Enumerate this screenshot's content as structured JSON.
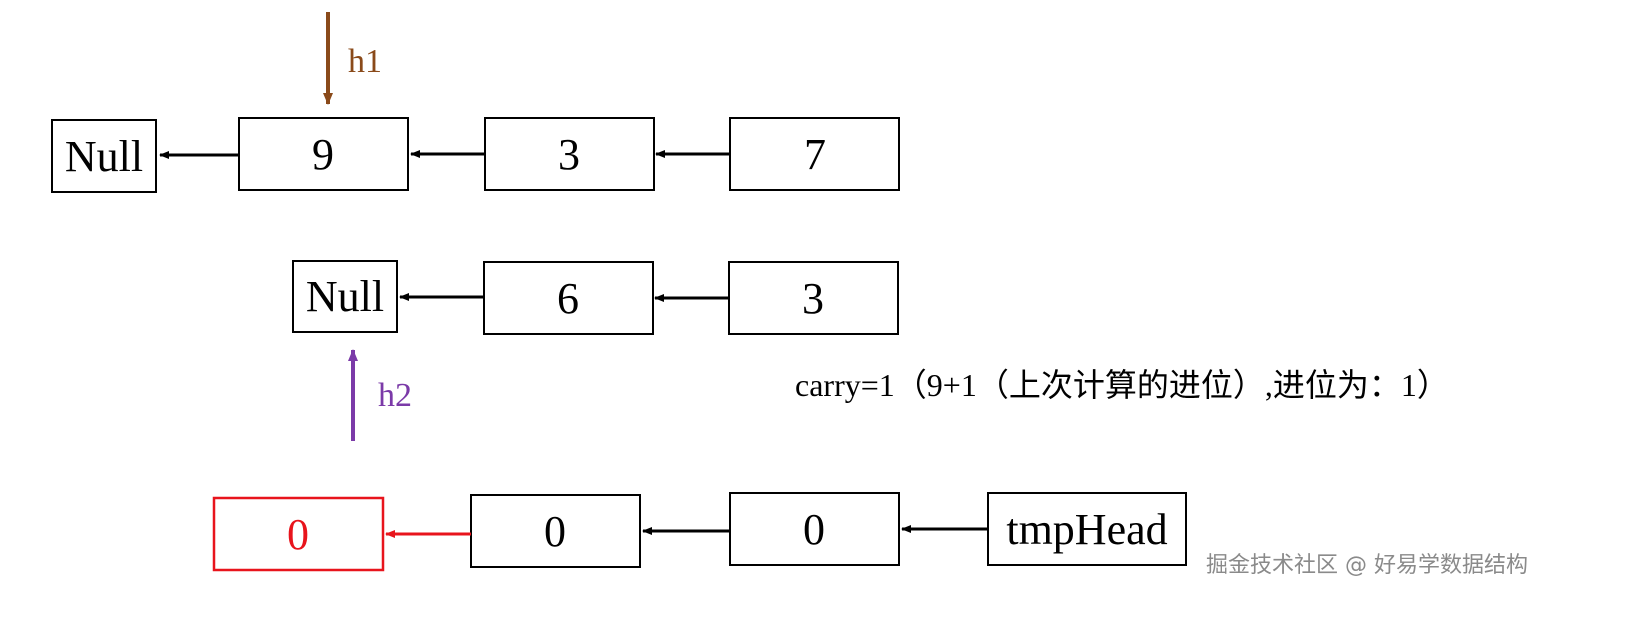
{
  "colors": {
    "default": "#000000",
    "highlight": "#e8141c",
    "h1": "#8a4a1a",
    "h2": "#7b3aa8"
  },
  "list1": {
    "nodes": [
      {
        "label": "Null"
      },
      {
        "label": "9"
      },
      {
        "label": "3"
      },
      {
        "label": "7"
      }
    ]
  },
  "list2": {
    "nodes": [
      {
        "label": "Null"
      },
      {
        "label": "6"
      },
      {
        "label": "3"
      }
    ]
  },
  "result": {
    "nodes": [
      {
        "label": "0",
        "highlighted": true
      },
      {
        "label": "0"
      },
      {
        "label": "0"
      },
      {
        "label": "tmpHead"
      }
    ]
  },
  "pointers": {
    "h1": "h1",
    "h2": "h2"
  },
  "note": "carry=1（9+1（上次计算的进位）,进位为：1）",
  "watermark": "掘金技术社区 @ 好易学数据结构"
}
